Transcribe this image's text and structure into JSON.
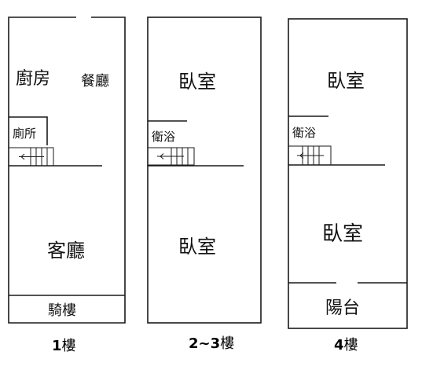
{
  "colors": {
    "line": "#1a1a1a",
    "background": "#ffffff",
    "text": "#111111"
  },
  "floors": [
    {
      "caption_number": "1",
      "caption_suffix": "樓",
      "rooms": {
        "kitchen": "廚房",
        "dining": "餐廳",
        "toilet": "廁所",
        "living": "客廳",
        "arcade": "騎樓"
      }
    },
    {
      "caption_number": "2~3",
      "caption_suffix": "樓",
      "rooms": {
        "bedroom_upper": "臥室",
        "bathroom": "衛浴",
        "bedroom_lower": "臥室"
      }
    },
    {
      "caption_number": "4",
      "caption_suffix": "樓",
      "rooms": {
        "bedroom_upper": "臥室",
        "bathroom": "衛浴",
        "bedroom_lower": "臥室",
        "balcony": "陽台"
      }
    }
  ]
}
